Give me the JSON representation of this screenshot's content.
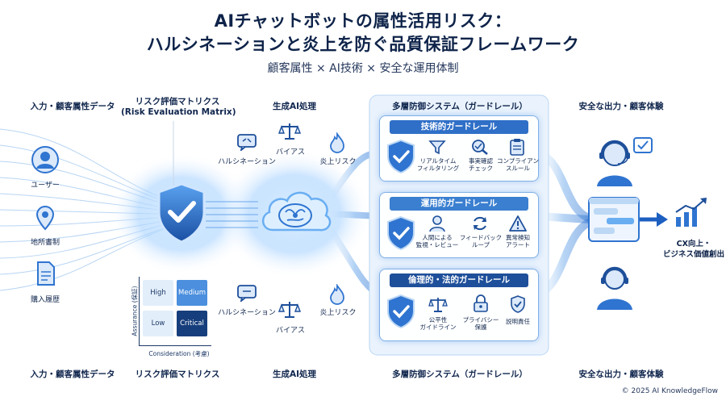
{
  "title": {
    "line1": "AIチャットボットの属性活用リスク：",
    "line2": "ハルシネーションと炎上を防ぐ品質保証フレームワーク",
    "subtitle": "顧客属性 × AI技術 × 安全な運用体制"
  },
  "columns_top": {
    "input": "入力・顧客属性データ",
    "matrix": "リスク評価マトリクス",
    "matrix_en": "(Risk Evaluation Matrix)",
    "genai": "生成AI処理",
    "guardrail": "多層防御システム（ガードレール）",
    "output": "安全な出力・顧客体験"
  },
  "columns_bottom": {
    "input": "入力・顧客属性データ",
    "matrix": "リスク評価マトリクス",
    "genai": "生成AI処理",
    "guardrail": "多層防御システム（ガードレール）",
    "output": "安全な出力・顧客体験"
  },
  "inputs": [
    {
      "label": "ユーザー",
      "icon": "user-icon"
    },
    {
      "label": "地所書制",
      "icon": "location-pin-icon"
    },
    {
      "label": "購入履歴",
      "icon": "document-icon"
    }
  ],
  "risks_top": {
    "hallucination": "ハルシネーション",
    "bias": "バイアス",
    "flame": "炎上リスク"
  },
  "risks_bottom": {
    "hallucination": "ハルシネーション",
    "bias": "バイアス",
    "flame": "炎上リスク"
  },
  "matrix": {
    "cells": {
      "high": "High",
      "medium": "Medium",
      "low": "Low",
      "critical": "Critical"
    },
    "y_axis": "Assurance (保証)",
    "x_axis": "Consideration (考慮)"
  },
  "guardrails": [
    {
      "title": "技術的ガードレール",
      "items": [
        {
          "label": "リアルタイム\nフィルタリング",
          "icon": "filter-icon"
        },
        {
          "label": "事実確認\nチェック",
          "icon": "magnifier-check-icon"
        },
        {
          "label": "コンプライアン\nスルール",
          "icon": "clipboard-icon"
        }
      ]
    },
    {
      "title": "運用的ガードレール",
      "items": [
        {
          "label": "人間による\n監視・レビュー",
          "icon": "person-review-icon"
        },
        {
          "label": "フィードバック\nループ",
          "icon": "refresh-loop-icon"
        },
        {
          "label": "異常検知\nアラート",
          "icon": "warning-icon"
        }
      ]
    },
    {
      "title": "倫理的・法的ガードレール",
      "items": [
        {
          "label": "公平性\nガイドライン",
          "icon": "scale-icon"
        },
        {
          "label": "プライバシー\n保護",
          "icon": "lock-icon"
        },
        {
          "label": "説明責任",
          "icon": "shield-check-icon"
        }
      ]
    }
  ],
  "outcome": "CX向上・\nビジネス価値創出",
  "footer": "© 2025 AI KnowledgeFlow",
  "colors": {
    "navy": "#0e2349",
    "accent_blue": "#2f74d0",
    "light_blue": "#bcd8f5",
    "header_tech": "#2f6fc7",
    "header_ops": "#3a7fd0",
    "header_eth": "#1e4f9a"
  }
}
